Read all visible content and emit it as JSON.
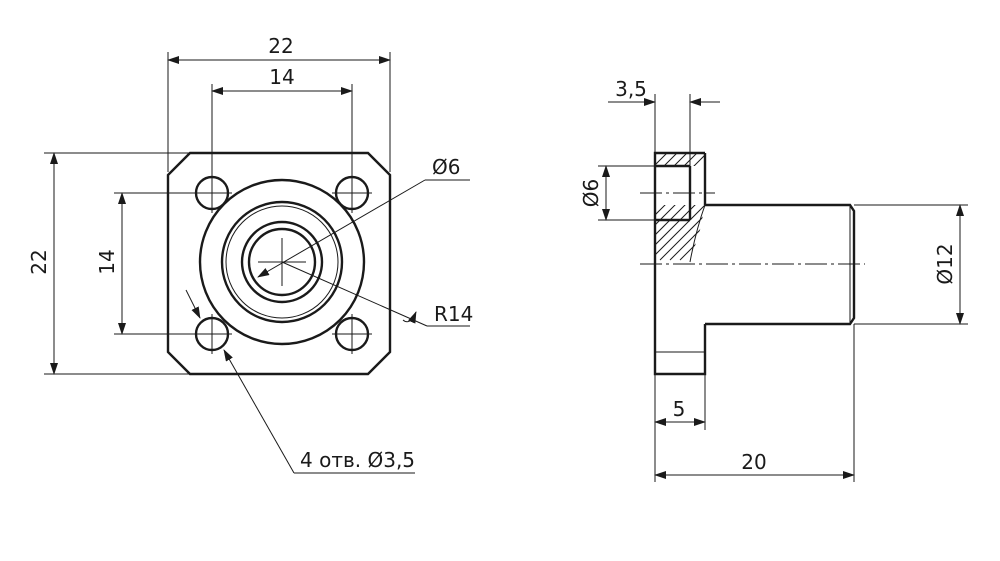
{
  "front_view": {
    "dim_width_outer": "22",
    "dim_width_holes": "14",
    "dim_height_outer": "22",
    "dim_height_holes": "14",
    "dim_bore": "Ø6",
    "dim_radius": "R14",
    "dim_holes_note": "4 отв. Ø3,5"
  },
  "side_view": {
    "dim_top": "3,5",
    "dim_bore": "Ø6",
    "dim_shaft": "Ø12",
    "dim_flange": "5",
    "dim_length": "20"
  }
}
